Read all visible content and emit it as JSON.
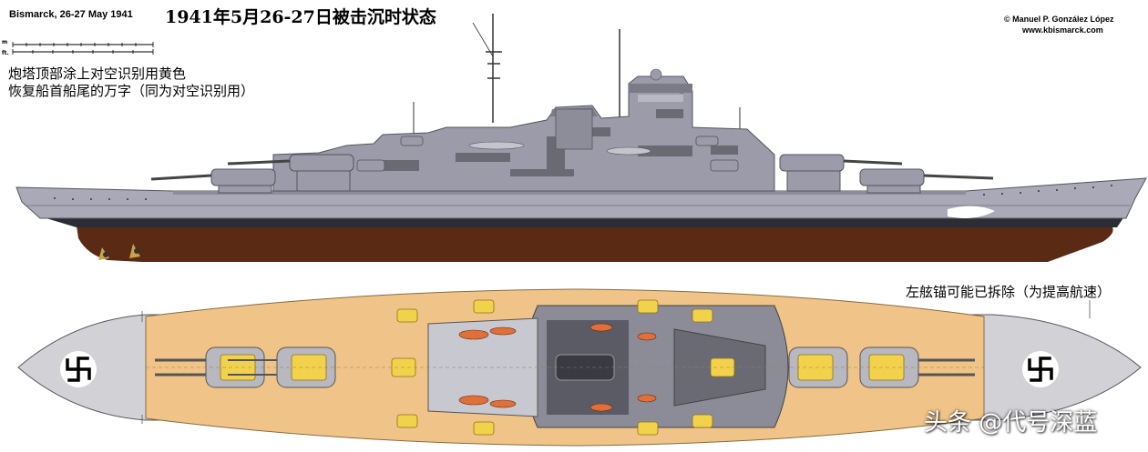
{
  "title_en": "Bismarck, 26-27 May 1941",
  "title_cn": "1941年5月26-27日被击沉时状态",
  "credit": {
    "author": "© Manuel P. González López",
    "site": "www.kbismarck.com"
  },
  "scale": {
    "unit_m": "m",
    "unit_ft": "ft."
  },
  "notes": {
    "turret_tops": "炮塔顶部涂上对空识别用黄色",
    "swastika_restored": "恢复船首船尾的万字（同为对空识别用）",
    "anchor_removed": "左舷锚可能已拆除（为提高航速）"
  },
  "watermark": "头条 @代号深蓝",
  "colors": {
    "hull_gray": "#a9a9b8",
    "hull_dark_gray": "#5f5f6b",
    "boot_topping": "#2c2c33",
    "bottom_red": "#5a2a14",
    "deck_wood": "#f0c488",
    "deck_gray": "#d2d2d6",
    "turret_yellow": "#f2d24a",
    "boat_orange": "#e0703a",
    "superstructure_dark": "#6a6a74"
  },
  "icons": {
    "bow_swastika": "swastika-icon",
    "stern_swastika": "swastika-icon"
  }
}
